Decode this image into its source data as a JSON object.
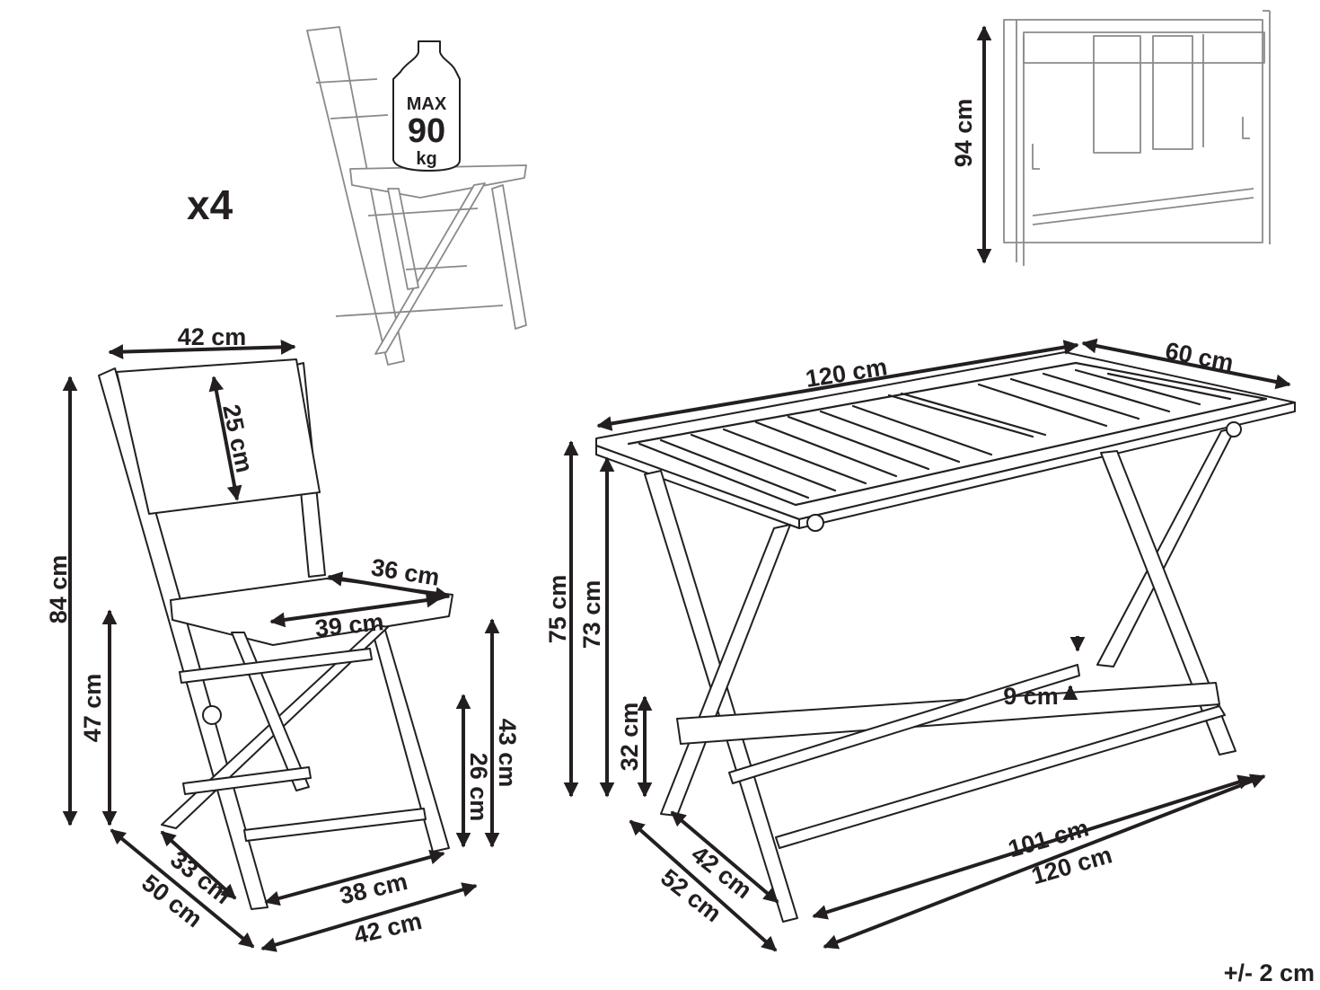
{
  "set_count": "x4",
  "weight_badge": {
    "line1": "MAX",
    "line2": "90",
    "line3": "kg"
  },
  "tolerance": "+/- 2 cm",
  "folded_table": {
    "height": "94 cm"
  },
  "chair": {
    "top_width": "42 cm",
    "backrest_height": "25 cm",
    "total_height": "84 cm",
    "seat_depth": "36 cm",
    "seat_width": "39 cm",
    "seat_height": "47 cm",
    "front_height": "43 cm",
    "crossbar_height": "26 cm",
    "inner_depth": "33 cm",
    "base_depth": "50 cm",
    "inner_width": "38 cm",
    "base_width": "42 cm"
  },
  "table": {
    "length": "120 cm",
    "depth": "60 cm",
    "height": "75 cm",
    "under_height": "73 cm",
    "stretcher_height": "32 cm",
    "stretcher_offset": "9 cm",
    "inner_depth": "42 cm",
    "base_depth": "52 cm",
    "inner_length": "101 cm",
    "base_length": "120 cm"
  },
  "colors": {
    "line": "#231f20",
    "ghost": "#8a8a8a",
    "background": "#ffffff"
  }
}
